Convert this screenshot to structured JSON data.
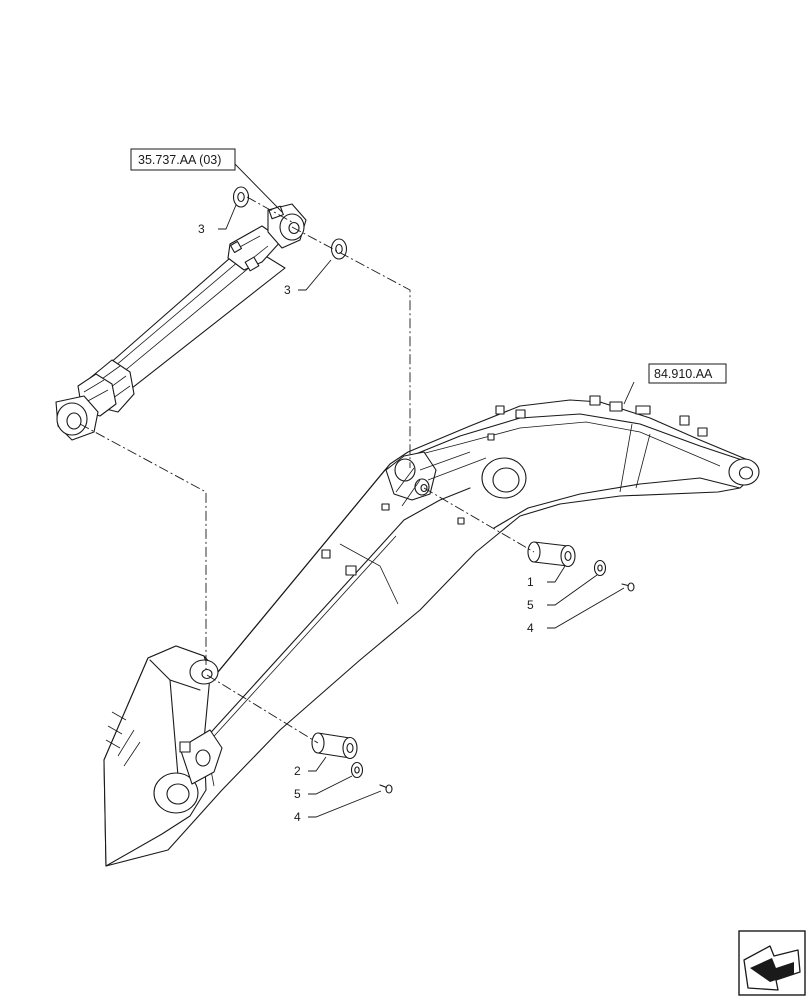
{
  "references": [
    {
      "id": "ref-cylinder",
      "text": "35.737.AA (03)"
    },
    {
      "id": "ref-boom",
      "text": "84.910.AA"
    }
  ],
  "callouts": [
    {
      "id": "callout-3-top",
      "number": "3"
    },
    {
      "id": "callout-3-right",
      "number": "3"
    },
    {
      "id": "callout-1",
      "number": "1"
    },
    {
      "id": "callout-5-upper",
      "number": "5"
    },
    {
      "id": "callout-4-upper",
      "number": "4"
    },
    {
      "id": "callout-2",
      "number": "2"
    },
    {
      "id": "callout-5-lower",
      "number": "5"
    },
    {
      "id": "callout-4-lower",
      "number": "4"
    }
  ],
  "nav_icon": "previous-page-arrow-icon"
}
